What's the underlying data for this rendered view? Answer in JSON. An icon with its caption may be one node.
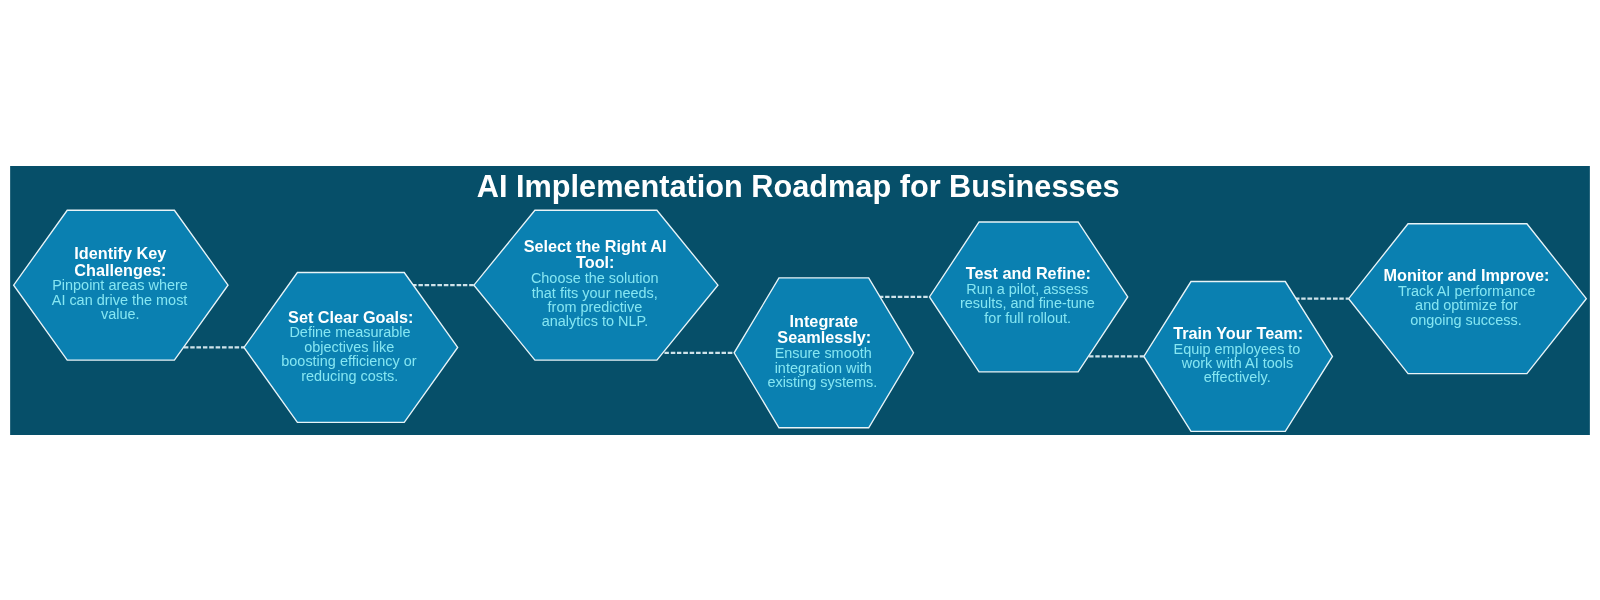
{
  "diagram": {
    "title": "AI Implementation Roadmap for Businesses",
    "nodes": [
      {
        "text": [
          "Identify Key Challenges:",
          "Pinpoint areas where AI can drive the most value."
        ]
      },
      {
        "text": [
          "Set Clear Goals:",
          "Define measurable objectives like boosting efficiency or reducing costs."
        ]
      },
      {
        "text": [
          "Select the Right AI Tool:",
          "Choose the solution that fits your needs, from predictive analytics to NLP."
        ]
      },
      {
        "text": [
          "Integrate Seamlessly:",
          "Ensure smooth integration with existing systems."
        ]
      },
      {
        "text": [
          "Test and Refine:",
          "Run a pilot, assess results, and fine-tune for full rollout."
        ]
      },
      {
        "text": [
          "Train Your Team:",
          "Equip employees to work with AI tools effectively."
        ]
      },
      {
        "text": [
          "Monitor and Improve:",
          "Track AI performance and optimize for ongoing success."
        ]
      }
    ],
    "edges": [
      {
        "from": 0,
        "to": 1,
        "arrow": "none",
        "style": "dashed"
      },
      {
        "from": 1,
        "to": 2,
        "arrow": "none",
        "style": "dashed"
      },
      {
        "from": 2,
        "to": 3,
        "arrow": "none",
        "style": "dashed"
      },
      {
        "from": 3,
        "to": 4,
        "arrow": "none",
        "style": "dashed"
      },
      {
        "from": 4,
        "to": 5,
        "arrow": "none",
        "style": "dashed"
      },
      {
        "from": 5,
        "to": 6,
        "arrow": "none",
        "style": "dashed"
      }
    ]
  }
}
